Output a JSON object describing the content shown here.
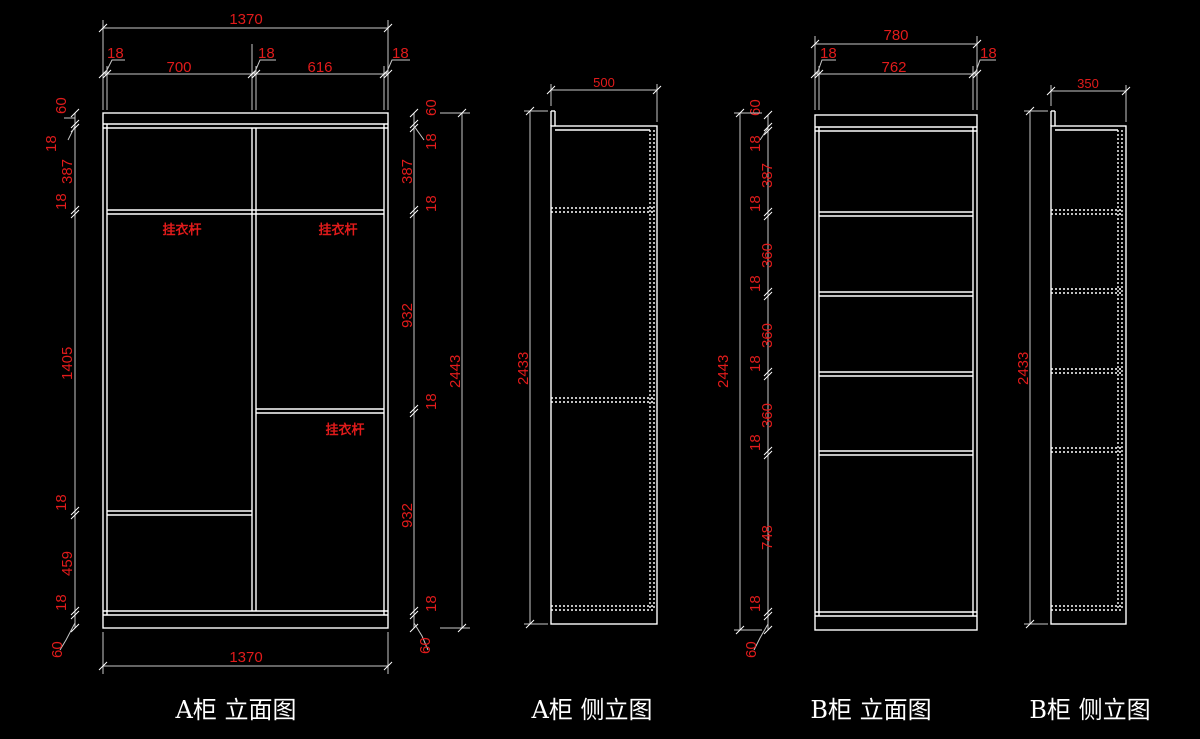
{
  "captions": {
    "a_front": "A柜 立面图",
    "a_side": "A柜 侧立图",
    "b_front": "B柜 立面图",
    "b_side": "B柜 侧立图"
  },
  "a_front": {
    "overall_width_top": "1370",
    "overall_width_bottom": "1370",
    "panel_left": "18",
    "panel_mid": "18",
    "panel_right": "18",
    "bay_left": "700",
    "bay_right": "616",
    "overall_height": "2443",
    "left_dims": [
      "60",
      "18",
      "387",
      "18",
      "1405",
      "18",
      "459",
      "18",
      "60"
    ],
    "right_dims": [
      "60",
      "18",
      "387",
      "18",
      "932",
      "18",
      "932",
      "18",
      "60"
    ],
    "hanging_rod_labels": [
      "挂衣杆",
      "挂衣杆",
      "挂衣杆"
    ]
  },
  "a_side": {
    "depth": "500",
    "height": "2433"
  },
  "b_front": {
    "overall_width": "780",
    "panel_left": "18",
    "panel_right": "18",
    "inner_width": "762",
    "overall_height": "2443",
    "left_dims": [
      "60",
      "18",
      "387",
      "18",
      "360",
      "18",
      "360",
      "18",
      "360",
      "18",
      "748",
      "18",
      "60"
    ]
  },
  "b_side": {
    "depth": "350",
    "height": "2433"
  }
}
